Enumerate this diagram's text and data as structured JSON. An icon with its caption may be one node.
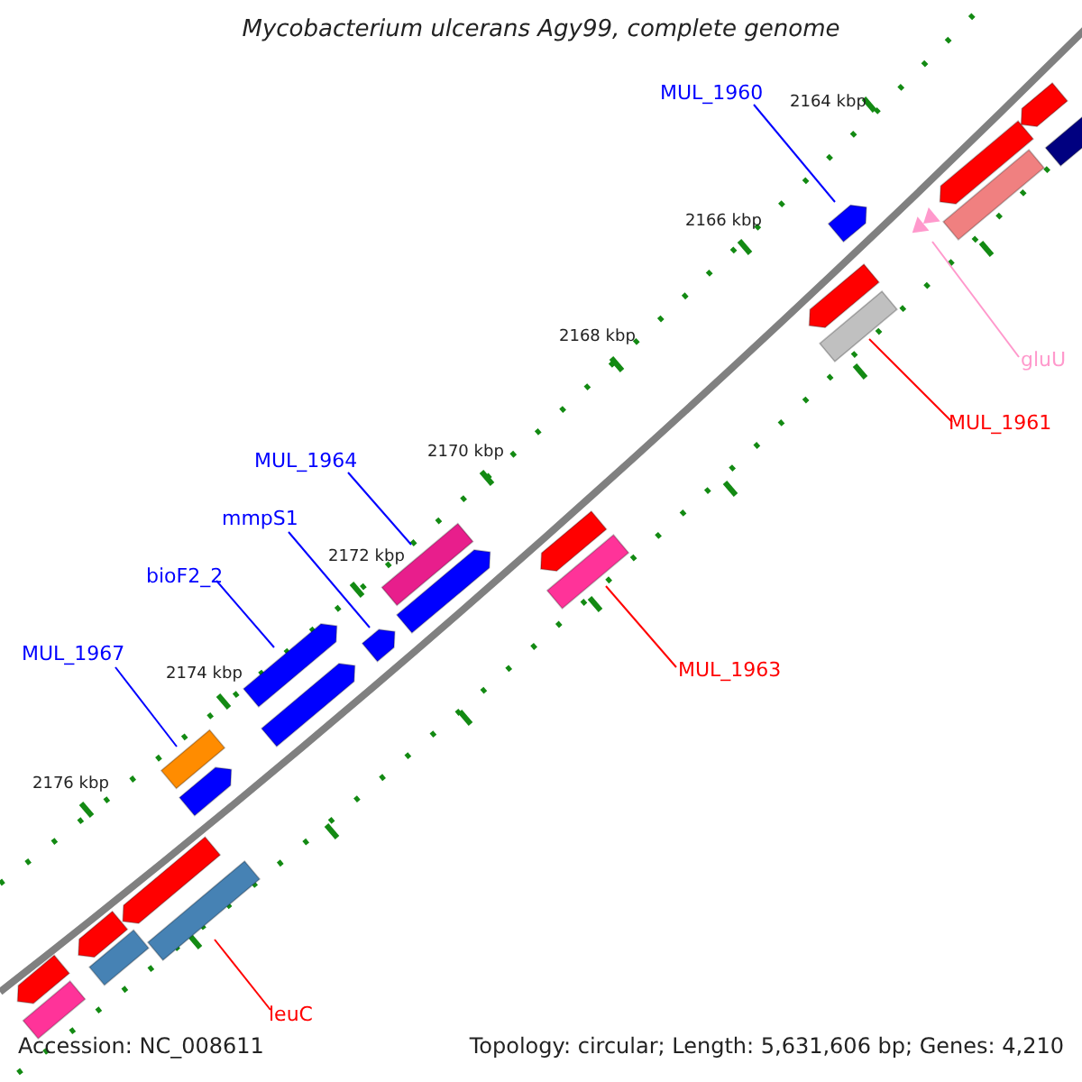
{
  "diagram": {
    "title": "Mycobacterium ulcerans Agy99, complete genome",
    "nodes": [
      {
        "text": [
          "MUL_1960"
        ]
      },
      {
        "text": [],
        "shape": "bar"
      },
      {
        "text": [
          "gluU"
        ]
      },
      {
        "text": [],
        "shape": "triangle"
      },
      {
        "text": [
          "MUL_1961"
        ]
      },
      {
        "text": [],
        "shape": "bar"
      },
      {
        "text": [
          "MUL_1964"
        ]
      },
      {
        "text": [],
        "shape": "bar"
      },
      {
        "text": [
          "mmpS1"
        ]
      },
      {
        "text": [],
        "shape": "bar"
      },
      {
        "text": [
          "bioF2_2"
        ]
      },
      {
        "text": [],
        "shape": "bar"
      },
      {
        "text": [
          "MUL_1963"
        ]
      },
      {
        "text": [],
        "shape": "bar"
      },
      {
        "text": [
          "MUL_1967"
        ]
      },
      {
        "text": [],
        "shape": "bar"
      },
      {
        "text": [
          "leuC"
        ]
      },
      {
        "text": [],
        "shape": "bar"
      }
    ],
    "edges": [
      {
        "from": 0,
        "to": 1,
        "arrow": "none"
      },
      {
        "from": 2,
        "to": 3,
        "arrow": "none",
        "color": "#ff99cc"
      },
      {
        "from": 4,
        "to": 5,
        "arrow": "none",
        "color": "#ff0000"
      },
      {
        "from": 6,
        "to": 7,
        "arrow": "none"
      },
      {
        "from": 8,
        "to": 9,
        "arrow": "none"
      },
      {
        "from": 10,
        "to": 11,
        "arrow": "none"
      },
      {
        "from": 12,
        "to": 13,
        "arrow": "none",
        "color": "#ff0000"
      },
      {
        "from": 14,
        "to": 15,
        "arrow": "none"
      },
      {
        "from": 16,
        "to": 17,
        "arrow": "none",
        "color": "#ff0000"
      }
    ],
    "labels": [
      "2164 kbp",
      "2166 kbp",
      "2168 kbp",
      "2170 kbp",
      "2172 kbp",
      "2174 kbp",
      "2176 kbp",
      "Accession: NC_008611",
      "Topology: circular; Length: 5,631,606 bp; Genes: 4,210"
    ]
  }
}
